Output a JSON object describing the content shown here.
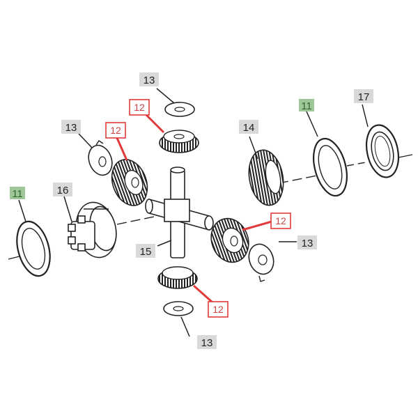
{
  "diagram": {
    "labels": {
      "top_washer": "13",
      "top_gear_callout": "12",
      "left_washer": "13",
      "left_gear_callout": "12",
      "ring_gear": "14",
      "right_shim": "11",
      "right_bearing_cup": "17",
      "left_shim": "11",
      "case": "16",
      "right_gear_callout": "12",
      "right_washer": "13",
      "cross_shaft": "15",
      "bottom_gear_callout": "12",
      "bottom_washer": "13"
    },
    "colors": {
      "highlight_line": "#e23a3a",
      "highlight_box": "#e23a3a",
      "green_label_bg": "#9fc79a",
      "green_label_text": "#2f6a2a",
      "gray_label_bg": "#d9d9d9",
      "line": "#1a1a1a"
    }
  }
}
